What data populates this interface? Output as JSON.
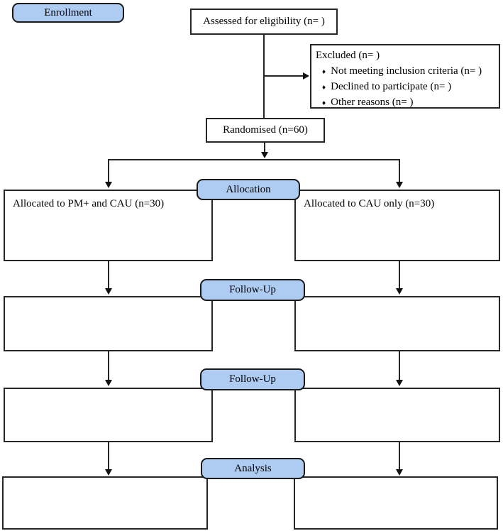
{
  "figure": {
    "colors": {
      "background": "#ffffff",
      "badge_fill": "#aecbf2",
      "badge_border": "#1a1a1a",
      "box_border": "#262626"
    },
    "stages": {
      "enrollment": "Enrollment",
      "allocation": "Allocation",
      "followup1": "Follow-Up",
      "followup2": "Follow-Up",
      "analysis": "Analysis"
    },
    "boxes": {
      "assessed": "Assessed for eligibility (n= )",
      "randomised": "Randomised (n=60)",
      "allocated_left": "Allocated to PM+ and CAU (n=30)",
      "allocated_right": "Allocated to CAU only (n=30)"
    },
    "excluded": {
      "title": "Excluded (n= )",
      "bullet_glyph": "♦",
      "bullets": [
        "Not meeting inclusion criteria (n= )",
        "Declined to participate (n= )",
        "Other reasons (n= )"
      ]
    }
  }
}
